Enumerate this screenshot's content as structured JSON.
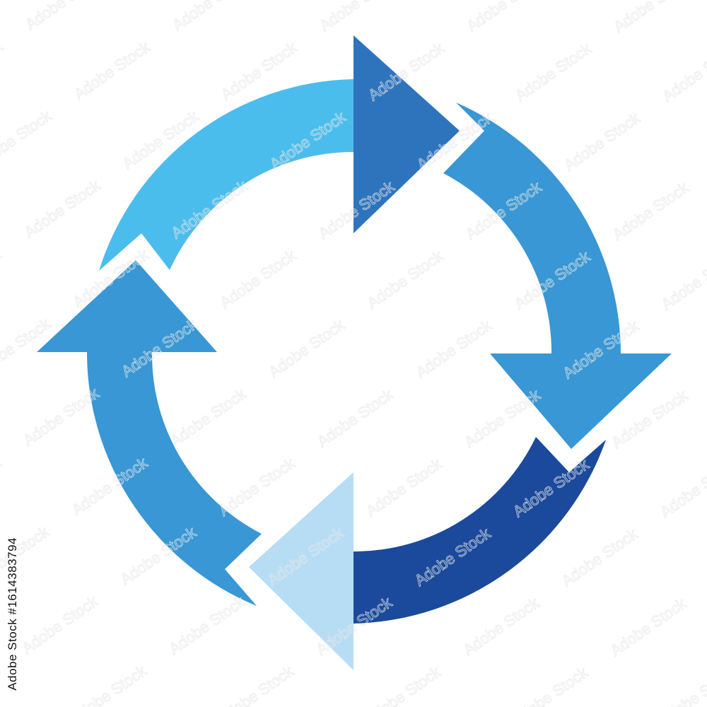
{
  "diagram": {
    "type": "circular-cycle",
    "arrow_direction": "clockwise",
    "segments": [
      {
        "id": "top-left",
        "color": "#4BBDED",
        "head_color": "#2E74BD",
        "head_points": "right"
      },
      {
        "id": "top-right",
        "color": "#3897D4",
        "head_color": "#3897D4",
        "head_points": "down"
      },
      {
        "id": "bottom-right",
        "color": "#1B4A9C",
        "head_color": "#B7DDF5",
        "head_points": "left"
      },
      {
        "id": "bottom-left",
        "color": "#3897D4",
        "head_color": "#3897D4",
        "head_points": "up"
      }
    ]
  },
  "watermark": {
    "text": "Adobe Stock",
    "stock_id": "#1614383794"
  }
}
